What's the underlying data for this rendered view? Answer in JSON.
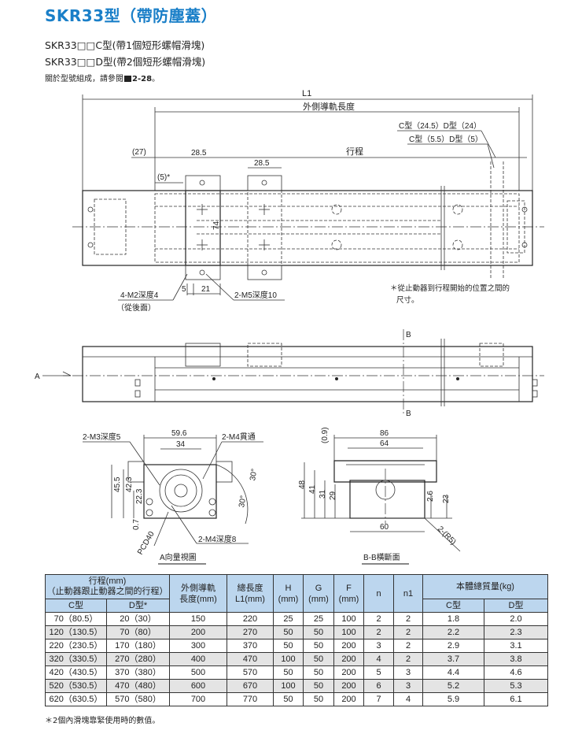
{
  "header": {
    "title": "SKR33型（帶防塵蓋）",
    "subtitle_c": "SKR33□□C型(帶1個短形螺帽滑塊)",
    "subtitle_d": "SKR33□□D型(帶2個短形螺帽滑塊)",
    "reference_note": "關於型號組成，請參閱",
    "reference_page": "2-28",
    "reference_suffix": "。"
  },
  "top_view": {
    "L1": "L1",
    "outer_rail_length": "外側導軌長度",
    "stroke": "行程",
    "dim_27": "(27)",
    "dim_28_5_a": "28.5",
    "dim_28_5_b": "28.5",
    "dim_5": "(5)*",
    "dim_74": "74",
    "dim_5b": "5",
    "dim_21": "21",
    "c_d_24": "C型（24.5）D型（24）",
    "c_d_5": "C型（5.5）D型（5）",
    "m2_label": "4-M2深度4",
    "m2_sub": "（從後面）",
    "m5_label": "2-M5深度10",
    "star_note_1": "＊從止動器到行程開始的位置之間的",
    "star_note_2": "尺寸。"
  },
  "side_view": {
    "arrow_a": "A",
    "section_b_top": "B",
    "section_b_bottom": "B"
  },
  "a_view": {
    "caption": "A向量視圖",
    "m3": "2-M3深度5",
    "m4_through": "2-M4貫通",
    "m4_depth": "2-M4深度8",
    "w59_6": "59.6",
    "w34": "34",
    "h45_5": "45.5",
    "h42_3": "42.3",
    "h22_3": "22.3",
    "h0_7": "0.7",
    "angle1": "30°",
    "angle2": "30°",
    "pcd": "PCD40"
  },
  "bb_view": {
    "caption": "B-B橫斷面",
    "w86": "86",
    "w64": "64",
    "w60": "60",
    "h0_9": "(0.9)",
    "h48": "48",
    "h41": "41",
    "h31": "31",
    "h29": "29",
    "h2_6": "2.6",
    "h23": "23",
    "r5": "2-(R5)"
  },
  "table": {
    "h_stroke": "行程(mm)",
    "h_stroke_sub": "（止動器跟止動器之間的行程）",
    "h_c": "C型",
    "h_d": "D型*",
    "h_rail": "外側導軌",
    "h_rail2": "長度(mm)",
    "h_total": "總長度",
    "h_total2": "L1(mm)",
    "h_H": "H",
    "h_G": "G",
    "h_F": "F",
    "h_mm": "(mm)",
    "h_n": "n",
    "h_n1": "n1",
    "h_mass": "本體總質量(kg)",
    "h_mass_c": "C型",
    "h_mass_d": "D型",
    "rows": [
      [
        "70（80.5）",
        "20（30）",
        "150",
        "220",
        "25",
        "25",
        "100",
        "2",
        "2",
        "1.8",
        "2.0"
      ],
      [
        "120（130.5）",
        "70（80）",
        "200",
        "270",
        "50",
        "50",
        "100",
        "2",
        "2",
        "2.2",
        "2.3"
      ],
      [
        "220（230.5）",
        "170（180）",
        "300",
        "370",
        "50",
        "50",
        "200",
        "3",
        "2",
        "2.9",
        "3.1"
      ],
      [
        "320（330.5）",
        "270（280）",
        "400",
        "470",
        "100",
        "50",
        "200",
        "4",
        "2",
        "3.7",
        "3.8"
      ],
      [
        "420（430.5）",
        "370（380）",
        "500",
        "570",
        "50",
        "50",
        "200",
        "5",
        "3",
        "4.4",
        "4.6"
      ],
      [
        "520（530.5）",
        "470（480）",
        "600",
        "670",
        "100",
        "50",
        "200",
        "6",
        "3",
        "5.2",
        "5.3"
      ],
      [
        "620（630.5）",
        "570（580）",
        "700",
        "770",
        "50",
        "50",
        "200",
        "7",
        "4",
        "5.9",
        "6.1"
      ]
    ],
    "footnote": "＊2個內滑塊靠緊使用時的數值。"
  },
  "colors": {
    "title": "#1a7fc8",
    "table_header": "#bcd6ee",
    "alt_row": "#e4e4e4"
  }
}
